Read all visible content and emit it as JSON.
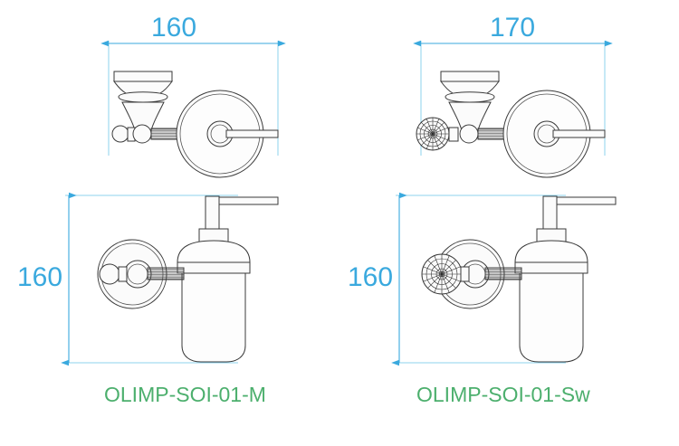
{
  "page": {
    "background": "#ffffff",
    "dimension_color": "#3aa9de",
    "label_color": "#4caf6d",
    "line_color": "#3a3a3a"
  },
  "drawings": [
    {
      "id": "olimp-soi-01-m",
      "product_code": "OLIMP-SOI-01-M",
      "variant_note": "metal ball finial",
      "views": [
        {
          "name": "top-view",
          "dimension": {
            "label": "160",
            "unit": "mm",
            "orientation": "horizontal"
          }
        },
        {
          "name": "front-view",
          "dimension": {
            "label": "160",
            "unit": "mm",
            "orientation": "vertical"
          }
        }
      ]
    },
    {
      "id": "olimp-soi-01-sw",
      "product_code": "OLIMP-SOI-01-Sw",
      "variant_note": "crystal faceted ball finial",
      "views": [
        {
          "name": "top-view",
          "dimension": {
            "label": "170",
            "unit": "mm",
            "orientation": "horizontal"
          }
        },
        {
          "name": "front-view",
          "dimension": {
            "label": "160",
            "unit": "mm",
            "orientation": "vertical"
          }
        }
      ]
    }
  ]
}
